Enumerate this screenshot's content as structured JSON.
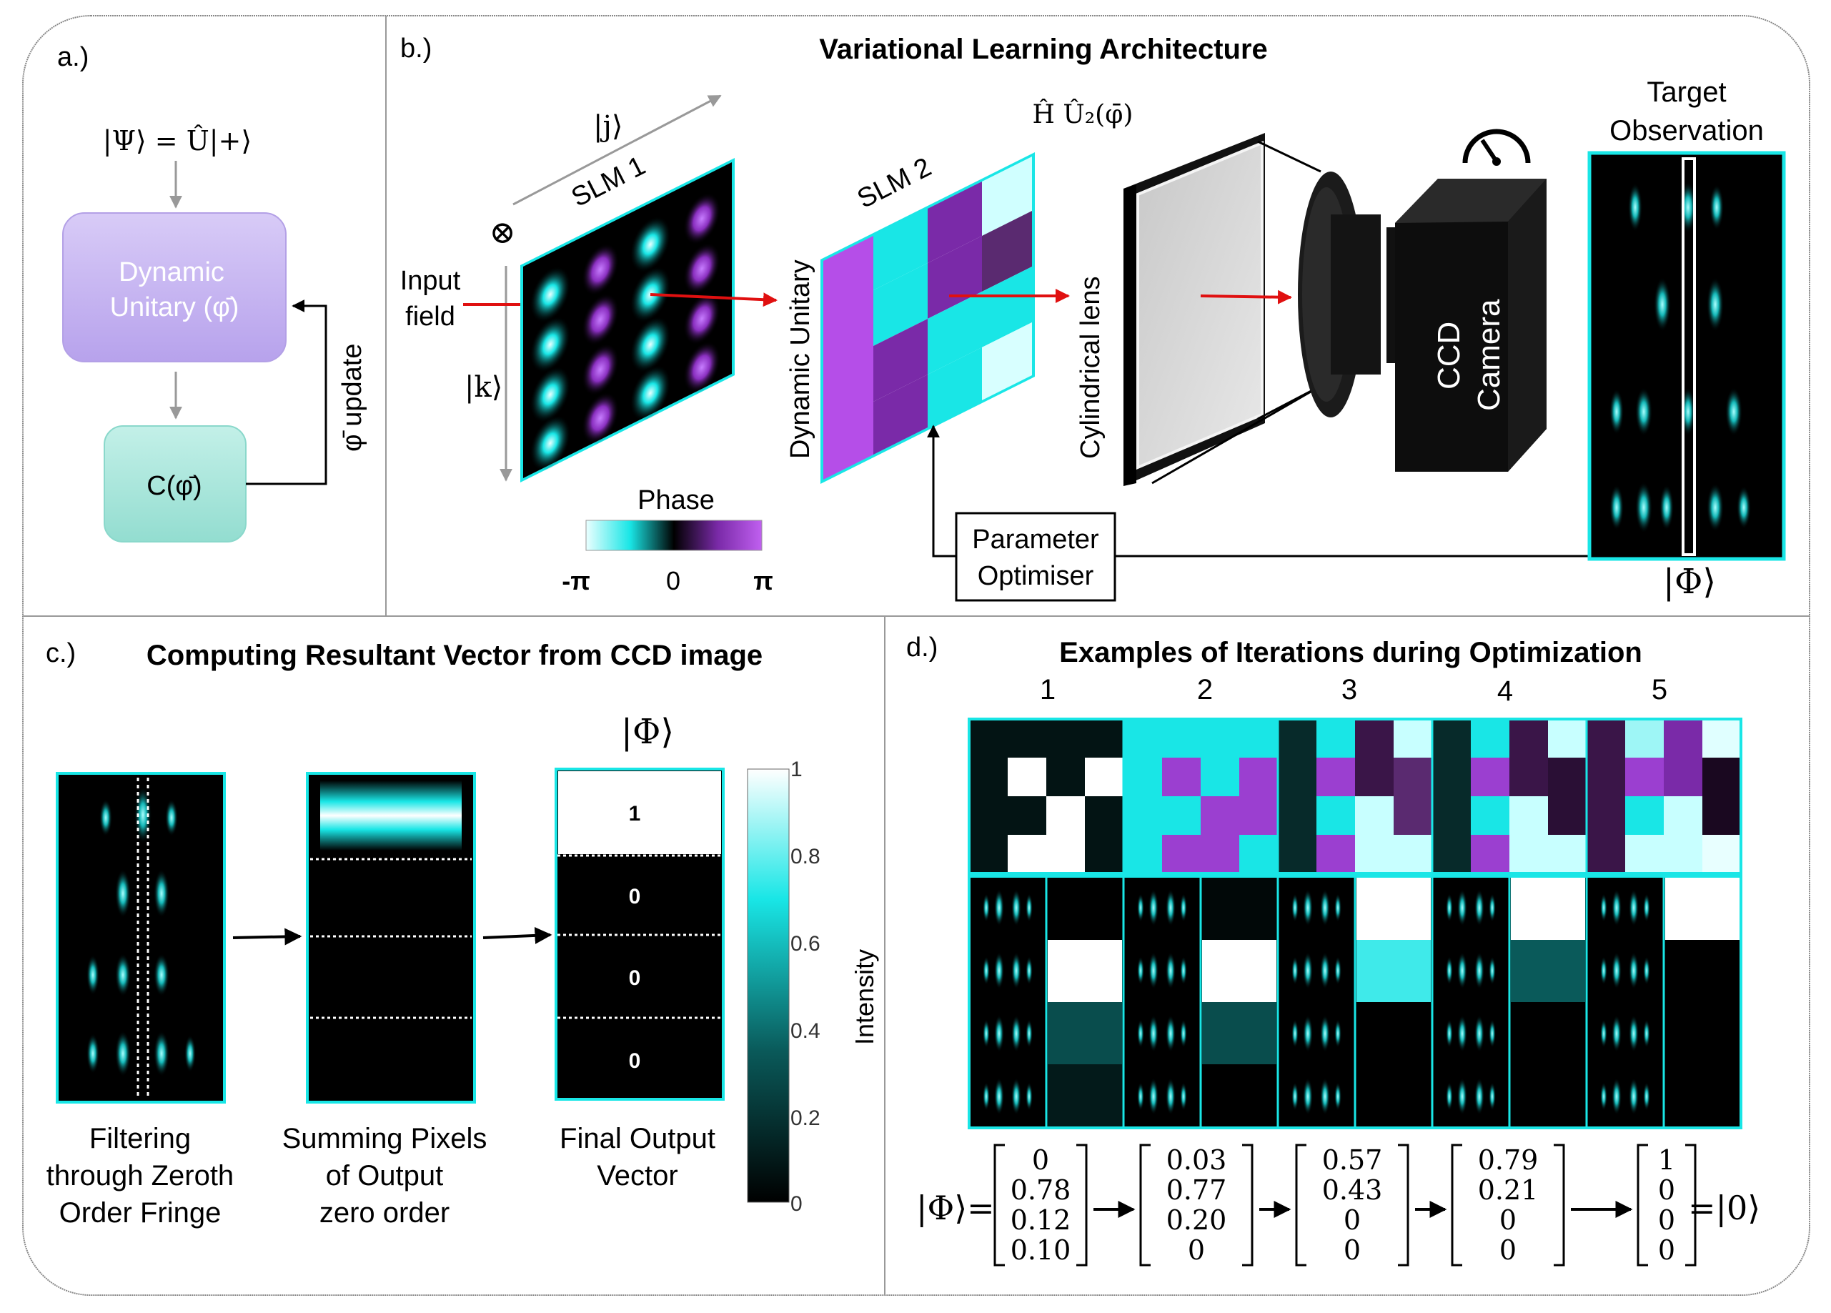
{
  "panel_a": {
    "label": "a.)",
    "psi_eq": "|Ψ⟩ = Û|+⟩",
    "unitary_line1": "Dynamic",
    "unitary_line2": "Unitary (φ̄)",
    "cost": "C(φ̄)",
    "update": "φ̄ update"
  },
  "panel_b": {
    "label": "b.)",
    "title": "Variational Learning Architecture",
    "j_ket": "|j⟩",
    "k_ket": "|k⟩",
    "slm1": "SLM 1",
    "slm2": "SLM 2",
    "tensor": "⊗",
    "input_line1": "Input",
    "input_line2": "field",
    "h_u2": "Ĥ Û₂(φ̄)",
    "dynamic_unitary": "Dynamic Unitary",
    "cyl_lens": "Cylindrical lens",
    "ccd_line1": "CCD",
    "ccd_line2": "Camera",
    "target_line1": "Target",
    "target_line2": "Observation",
    "phi_ket": "|Φ⟩",
    "phase_label": "Phase",
    "phase_ticks": [
      "-π",
      "0",
      "π"
    ],
    "optimiser_line1": "Parameter",
    "optimiser_line2": "Optimiser"
  },
  "panel_c": {
    "label": "c.)",
    "title": "Computing Resultant Vector from CCD image",
    "phi_ket": "|Φ⟩",
    "captions": [
      [
        "Filtering",
        "through Zeroth",
        "Order Fringe"
      ],
      [
        "Summing Pixels",
        "of Output",
        "zero order"
      ],
      [
        "Final Output",
        "Vector"
      ]
    ],
    "vector_values": [
      "1",
      "0",
      "0",
      "0"
    ],
    "colorbar_ticks": [
      "1",
      "0.8",
      "0.6",
      "0.4",
      "0.2",
      "0"
    ],
    "colorbar_label": "Intensity"
  },
  "panel_d": {
    "label": "d.)",
    "title": "Examples of Iterations during Optimization",
    "iterations": [
      "1",
      "2",
      "3",
      "4",
      "5"
    ],
    "phi_lhs": "|Φ⟩=",
    "vectors": [
      [
        "0",
        "0.78",
        "0.12",
        "0.10"
      ],
      [
        "0.03",
        "0.77",
        "0.20",
        "0"
      ],
      [
        "0.57",
        "0.43",
        "0",
        "0"
      ],
      [
        "0.79",
        "0.21",
        "0",
        "0"
      ],
      [
        "1",
        "0",
        "0",
        "0"
      ]
    ],
    "final_rhs": "=|0⟩",
    "output_intensities": [
      [
        0.0,
        1.0,
        0.3,
        0.1
      ],
      [
        0.03,
        1.0,
        0.3,
        0.0
      ],
      [
        1.0,
        0.75,
        0.0,
        0.0
      ],
      [
        1.0,
        0.35,
        0.0,
        0.0
      ],
      [
        1.0,
        0.0,
        0.0,
        0.0
      ]
    ]
  },
  "colors": {
    "cyan": "#19e6e6",
    "purple": "#9b3fd0",
    "panel_border": "#888888",
    "unitary_box": "#c9b8f0",
    "cost_box": "#a8e6dc",
    "arrow_red": "#e01010"
  }
}
